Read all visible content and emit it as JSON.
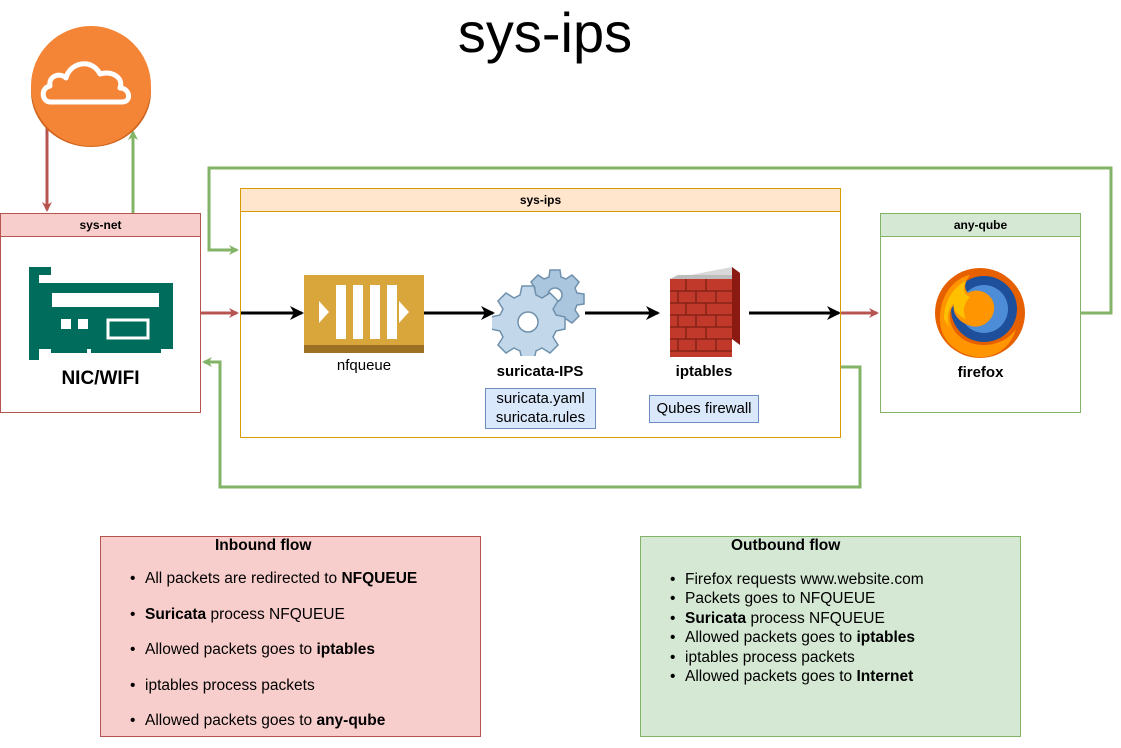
{
  "title": "sys-ips",
  "boxes": {
    "sys_net": {
      "header": "sys-net",
      "label": "NIC/WIFI"
    },
    "sys_ips": {
      "header": "sys-ips"
    },
    "any_qube": {
      "header": "any-qube",
      "label": "firefox"
    }
  },
  "components": {
    "nfqueue": {
      "label": "nfqueue"
    },
    "suricata": {
      "label": "suricata-IPS",
      "config_lines": [
        "suricata.yaml",
        "suricata.rules"
      ]
    },
    "iptables": {
      "label": "iptables",
      "note": "Qubes firewall"
    }
  },
  "inbound": {
    "title": "Inbound flow",
    "items": [
      {
        "before": "All packets are redirected to ",
        "bold": "NFQUEUE",
        "after": ""
      },
      {
        "before": "",
        "bold": "Suricata",
        "after": " process NFQUEUE"
      },
      {
        "before": "Allowed packets goes to ",
        "bold": "iptables",
        "after": ""
      },
      {
        "before": "iptables process packets",
        "bold": "",
        "after": ""
      },
      {
        "before": "Allowed packets goes to ",
        "bold": "any-qube",
        "after": ""
      }
    ]
  },
  "outbound": {
    "title": "Outbound flow",
    "items": [
      {
        "before": "Firefox requests www.website.com",
        "bold": "",
        "after": ""
      },
      {
        "before": "Packets goes to NFQUEUE",
        "bold": "",
        "after": ""
      },
      {
        "before": "",
        "bold": "Suricata",
        "after": " process NFQUEUE"
      },
      {
        "before": "Allowed packets goes to ",
        "bold": "iptables",
        "after": ""
      },
      {
        "before": "iptables process packets",
        "bold": "",
        "after": ""
      },
      {
        "before": "Allowed packets goes to ",
        "bold": "Internet",
        "after": ""
      }
    ]
  },
  "colors": {
    "inbound_arrow": "#b85450",
    "outbound_arrow": "#82b366",
    "flow_arrow": "#000000",
    "cloud_orange": "#f58536",
    "nic_green": "#006c5b",
    "nfqueue_gold": "#d9a63c"
  },
  "icons": {
    "cloud": "cloud-icon",
    "nic": "network-card-icon",
    "nfqueue": "queue-icon",
    "suricata": "gears-icon",
    "iptables": "firewall-icon",
    "firefox": "firefox-icon"
  }
}
